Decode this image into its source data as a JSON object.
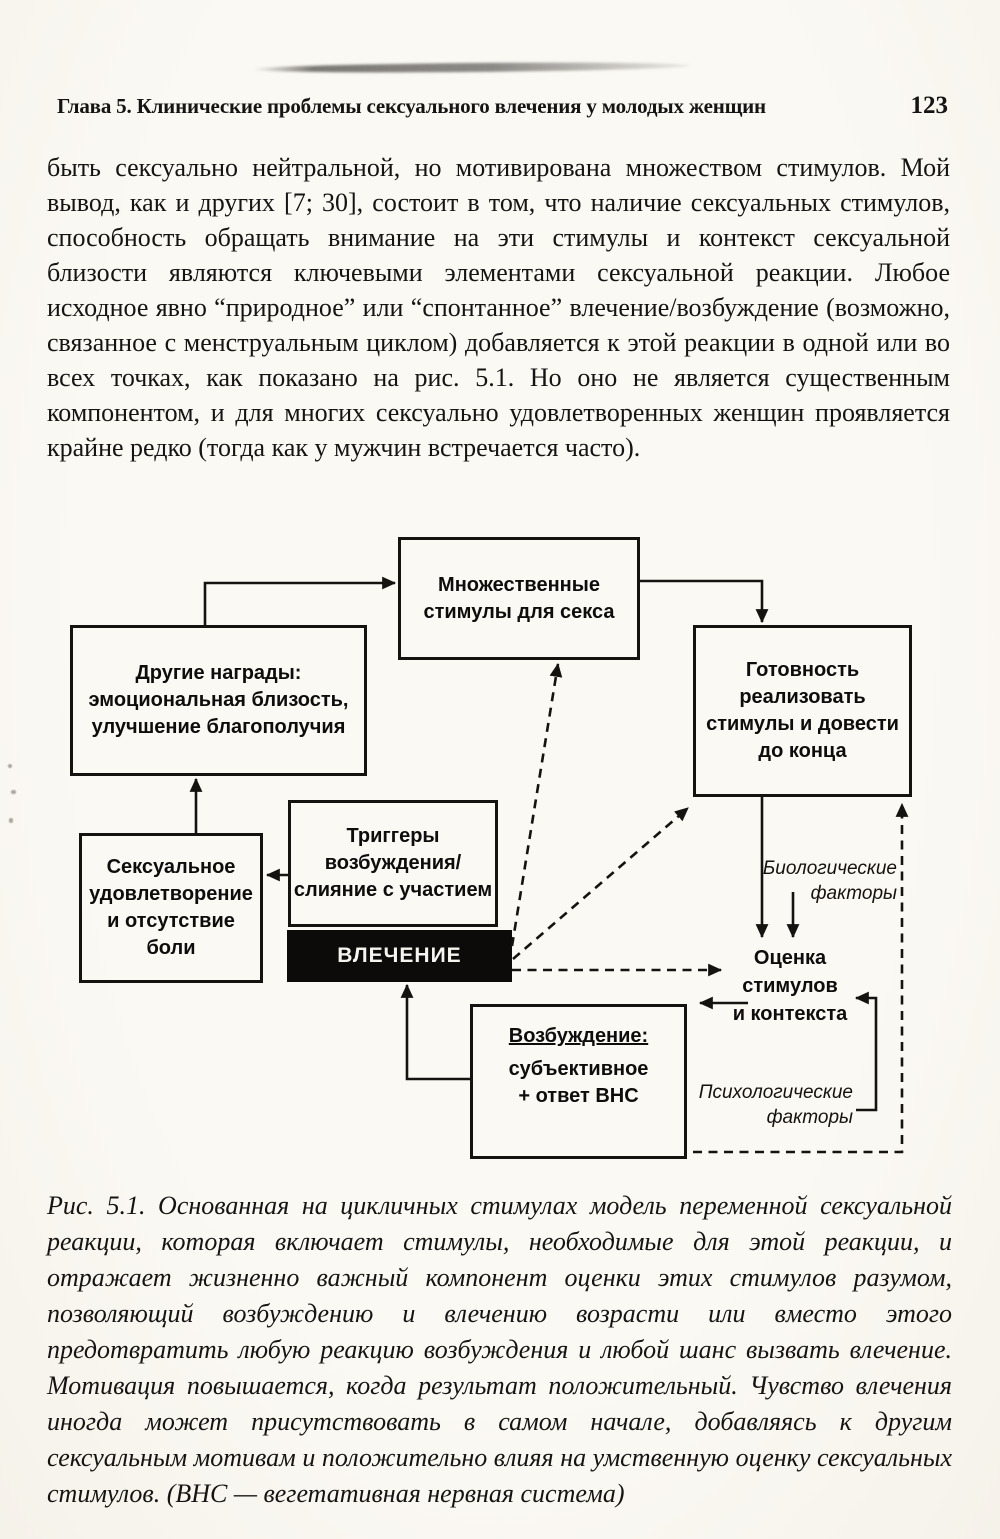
{
  "colors": {
    "paper": "#fbf9f4",
    "ink": "#161412",
    "desire_box_bg": "#0c0b0a"
  },
  "header": {
    "chapter_title": "Глава 5. Клинические проблемы сексуального влечения у молодых женщин",
    "page_number": "123"
  },
  "body": {
    "paragraph": "быть сексуально нейтральной, но мотивирована множеством стимулов. Мой вывод, как и других [7; 30], состоит в том, что наличие сексуальных стимулов, способность обращать внимание на эти стимулы и контекст сексуальной близости являются ключевыми элементами сексуальной реакции. Любое исходное явно “природное” или “спонтанное” влечение/возбуждение (возможно, связанное с менструальным циклом) добавляется к этой реакции в одной или во всех точках, как показано на рис. 5.1. Но оно не является существенным компонентом, и для многих сексуально удовлетворенных женщин проявляется крайне редко (тогда как у мужчин встречается часто)."
  },
  "diagram": {
    "boxes": {
      "multiple_stimuli": {
        "lines": [
          "Множественные",
          "стимулы для секса"
        ]
      },
      "other_rewards": {
        "lines": [
          "Другие награды:",
          "эмоциональная близость,",
          "улучшение благополучия"
        ]
      },
      "readiness": {
        "lines": [
          "Готовность",
          "реализовать",
          "стимулы и довести",
          "до конца"
        ]
      },
      "satisfaction": {
        "lines": [
          "Сексуальное",
          "удовлетворение",
          "и отсутствие боли"
        ]
      },
      "triggers": {
        "lines": [
          "Триггеры",
          "возбуждения/",
          "слияние с участием"
        ]
      },
      "desire": {
        "label": "ВЛЕЧЕНИЕ"
      },
      "arousal": {
        "title": "Возбуждение:",
        "lines": [
          "субъективное",
          "+ ответ ВНС"
        ]
      }
    },
    "labels": {
      "evaluation": {
        "lines": [
          "Оценка",
          "стимулов",
          "и контекста"
        ]
      },
      "bio_factors": {
        "lines": [
          "Биологические",
          "факторы"
        ]
      },
      "psych_factors": {
        "lines": [
          "Психологические",
          "факторы"
        ]
      }
    }
  },
  "caption": {
    "text": "Рис. 5.1. Основанная на цикличных стимулах модель переменной сексуальной реакции, которая включает стимулы, необходимые для этой реакции, и отражает жизненно важный компонент оценки этих стимулов разумом, позволяющий возбуждению и влечению возрасти или вместо этого предотвратить любую реакцию возбуждения и любой шанс вызвать влечение. Мотивация повышается, когда результат положительный. Чувство влечения иногда может присутствовать в самом начале, добавляясь к другим сексуальным мотивам и положительно влияя на умственную оценку сексуальных стимулов. (ВНС — вегетативная нервная система)"
  }
}
